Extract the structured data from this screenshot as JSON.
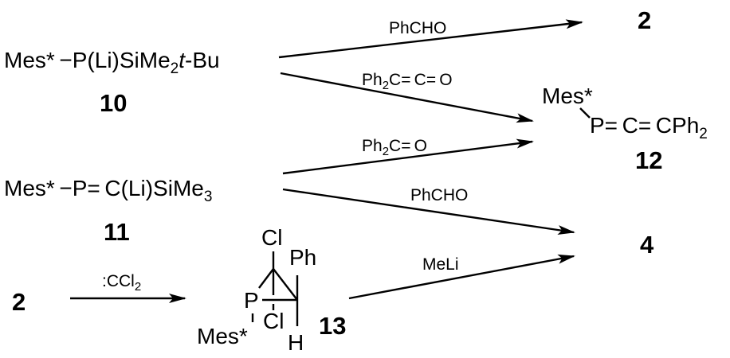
{
  "compounds": {
    "c10": {
      "formula_main": "Mes* −P(Li)SiMe",
      "formula_sub": "2",
      "formula_italic": "t",
      "formula_tail": "-Bu",
      "number": "10"
    },
    "c11": {
      "formula_main": "Mes* −P= C(Li)SiMe",
      "formula_sub": "3",
      "number": "11"
    },
    "c12": {
      "mes": "Mes*",
      "formula_main": "P= C= CPh",
      "formula_sub": "2",
      "number": "12"
    },
    "c2_top": {
      "number": "2"
    },
    "c4": {
      "number": "4"
    },
    "c2_bottom": {
      "number": "2"
    },
    "c13": {
      "cl_top": "Cl",
      "ph": "Ph",
      "p": "P",
      "cl_bottom": "Cl",
      "h": "H",
      "mes": "Mes*",
      "number": "13"
    }
  },
  "reagents": {
    "r1": "PhCHO",
    "r2_a": "Ph",
    "r2_sub": "2",
    "r2_b": "C= C= O",
    "r3_a": "Ph",
    "r3_sub": "2",
    "r3_b": "C= O",
    "r4": "PhCHO",
    "r5": "MeLi",
    "r6_a": ":CCl",
    "r6_sub": "2"
  }
}
